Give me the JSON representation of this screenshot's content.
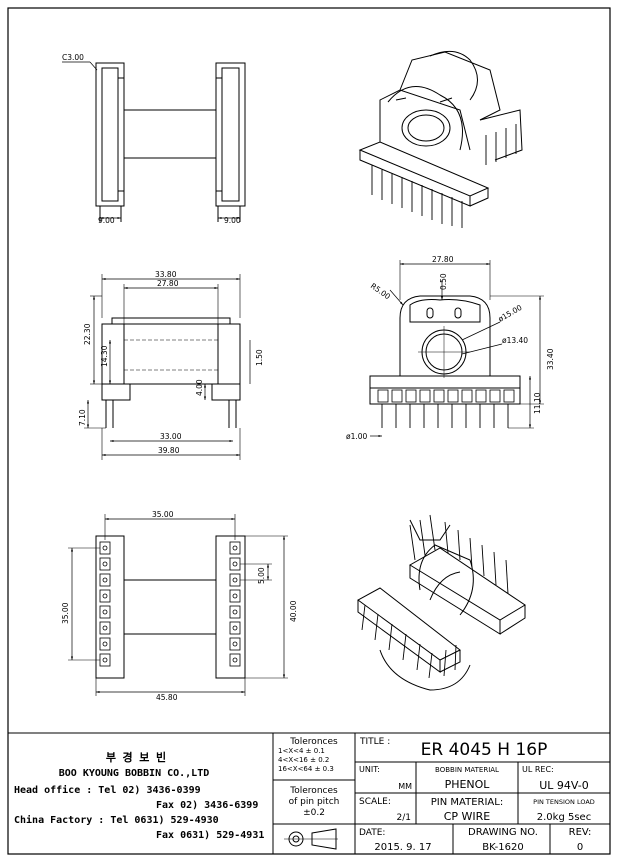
{
  "drawing": {
    "dims": {
      "c300": "C3.00",
      "d900a": "9.00",
      "d900b": "9.00",
      "d3380": "33.80",
      "d2780a": "27.80",
      "d2230": "22.30",
      "d1430": "14.30",
      "d150": "1.50",
      "d400": "4.00",
      "d710": "7.10",
      "d3300": "33.00",
      "d3980": "39.80",
      "d2780b": "27.80",
      "r500": "R5.00",
      "d050": "0.50",
      "p1500": "ø15.00",
      "p1340": "ø13.40",
      "d3340": "33.40",
      "d1110": "11.10",
      "p100": "ø1.00",
      "d3500a": "35.00",
      "d3500b": "35.00",
      "d500": "5.00",
      "d4000": "40.00",
      "d4580": "45.80"
    }
  },
  "company": {
    "name_korean": "부 경 보 빈",
    "name": "BOO KYOUNG BOBBIN CO.,LTD",
    "head_label": "Head office  : Tel  02) 3436-0399",
    "head_fax": "Fax  02) 3436-6399",
    "china_label": "China Factory : Tel 0631) 529-4930",
    "china_fax": "Fax 0631) 529-4931"
  },
  "tolerances": {
    "title": "Toleronces",
    "r1": "1<X<4    ± 0.1",
    "r2": "4<X<16   ± 0.2",
    "r3": "16<X<64 ± 0.3",
    "pitch_title": "Toleronces",
    "pitch_sub": "of pin pitch",
    "pitch_val": "±0.2"
  },
  "titleblock": {
    "title_label": "TITLE :",
    "title": "ER 4045 H 16P",
    "unit_label": "UNIT:",
    "unit": "MM",
    "bobbin_label": "BOBBIN MATERIAL",
    "bobbin": "PHENOL",
    "ul_label": "UL REC:",
    "ul": "UL 94V-0",
    "scale_label": "SCALE:",
    "scale": "2/1",
    "pin_label": "PIN MATERIAL:",
    "pin": "CP WIRE",
    "tension_label": "PIN TENSION LOAD",
    "tension": "2.0kg 5sec",
    "date_label": "DATE:",
    "date": "2015. 9. 17",
    "drawing_label": "DRAWING NO.",
    "drawing": "BK-1620",
    "rev_label": "REV:",
    "rev": "0"
  }
}
